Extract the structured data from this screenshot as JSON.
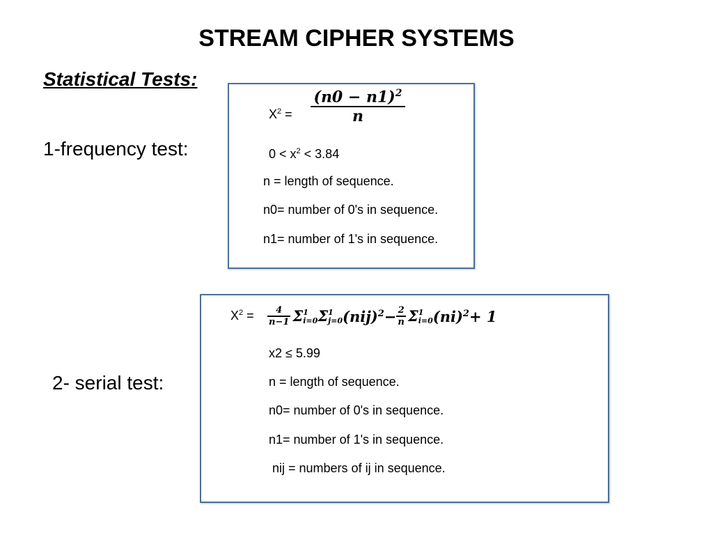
{
  "title": "STREAM CIPHER SYSTEMS",
  "subtitle": "Statistical Tests:",
  "frequency_test": {
    "label": "1-frequency test:",
    "formula_lhs": "X",
    "formula_lhs_sup": "2",
    "formula_eq": " =",
    "formula_numerator": "(n0 − n1)",
    "formula_numerator_sup": "2",
    "formula_denominator": "n",
    "range_pre": "0 < x",
    "range_sup": "2",
    "range_post": " < 3.84",
    "lines": [
      "n = length of sequence.",
      "n0= number of 0's in sequence.",
      "n1= number of 1's in sequence."
    ]
  },
  "serial_test": {
    "label": "2- serial test:",
    "formula_lhs": "X",
    "formula_lhs_sup": "2",
    "formula_eq": " =",
    "coef1_num": "4",
    "coef1_den": "n−1",
    "sum1": "Σ",
    "sum1_sub": "i=0",
    "sum1_sup": "1",
    "sum2": "Σ",
    "sum2_sub": "j=0",
    "sum2_sup": "1",
    "term1": "(nij)",
    "term1_sup": "2",
    "minus": " − ",
    "coef2_num": "2",
    "coef2_den": "n",
    "sum3": "Σ",
    "sum3_sub": "i=0",
    "sum3_sup": "1",
    "term2": "(ni)",
    "term2_sup": "2",
    "plus_one": " + 1",
    "range": "x2 ≤ 5.99",
    "lines": [
      "n = length of sequence.",
      "n0= number of 0's in sequence.",
      "n1= number of 1's in sequence.",
      " nij = numbers of ij in sequence."
    ]
  }
}
